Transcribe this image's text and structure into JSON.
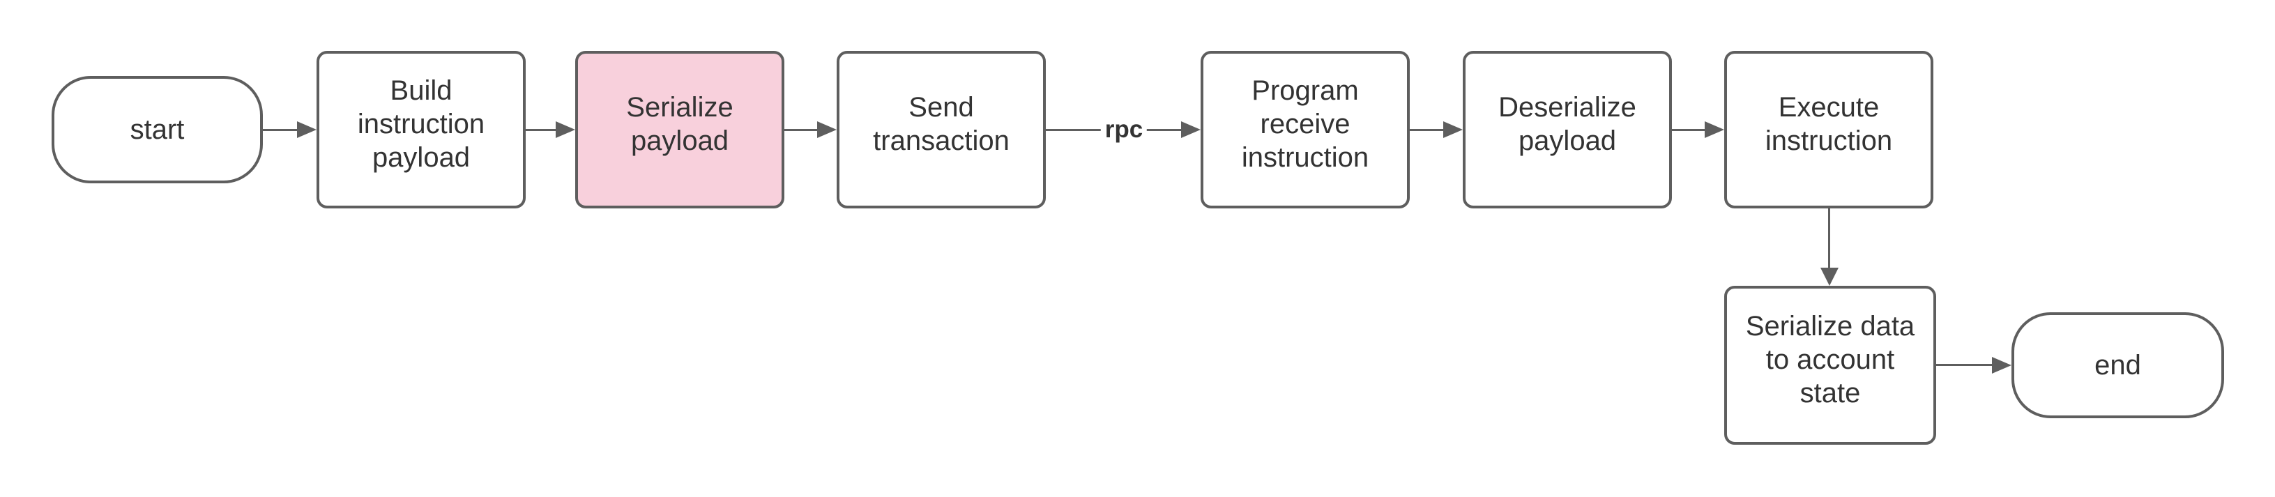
{
  "diagram": {
    "type": "flowchart",
    "direction": "left-to-right",
    "colors": {
      "background": "#ffffff",
      "stroke": "#5e5e5e",
      "text": "#333333",
      "node_fill": "#ffffff",
      "highlight_fill": "#f8d0dc"
    },
    "nodes": [
      {
        "id": "start",
        "shape": "terminator",
        "label": "start"
      },
      {
        "id": "build-instruction-payload",
        "shape": "process",
        "label": "Build\ninstruction\npayload"
      },
      {
        "id": "serialize-payload",
        "shape": "process",
        "label": "Serialize\npayload",
        "fill": "#f8d0dc",
        "highlighted": true
      },
      {
        "id": "send-transaction",
        "shape": "process",
        "label": "Send\ntransaction"
      },
      {
        "id": "program-receive-instruction",
        "shape": "process",
        "label": "Program\nreceive\ninstruction"
      },
      {
        "id": "deserialize-payload",
        "shape": "process",
        "label": "Deserialize\npayload"
      },
      {
        "id": "execute-instruction",
        "shape": "process",
        "label": "Execute\ninstruction"
      },
      {
        "id": "serialize-data-to-account-state",
        "shape": "process",
        "label": "Serialize data\nto account\nstate"
      },
      {
        "id": "end",
        "shape": "terminator",
        "label": "end"
      }
    ],
    "edges": [
      {
        "from": "start",
        "to": "build-instruction-payload",
        "label": ""
      },
      {
        "from": "build-instruction-payload",
        "to": "serialize-payload",
        "label": ""
      },
      {
        "from": "serialize-payload",
        "to": "send-transaction",
        "label": ""
      },
      {
        "from": "send-transaction",
        "to": "program-receive-instruction",
        "label": "rpc"
      },
      {
        "from": "program-receive-instruction",
        "to": "deserialize-payload",
        "label": ""
      },
      {
        "from": "deserialize-payload",
        "to": "execute-instruction",
        "label": ""
      },
      {
        "from": "execute-instruction",
        "to": "serialize-data-to-account-state",
        "label": ""
      },
      {
        "from": "serialize-data-to-account-state",
        "to": "end",
        "label": ""
      }
    ]
  }
}
